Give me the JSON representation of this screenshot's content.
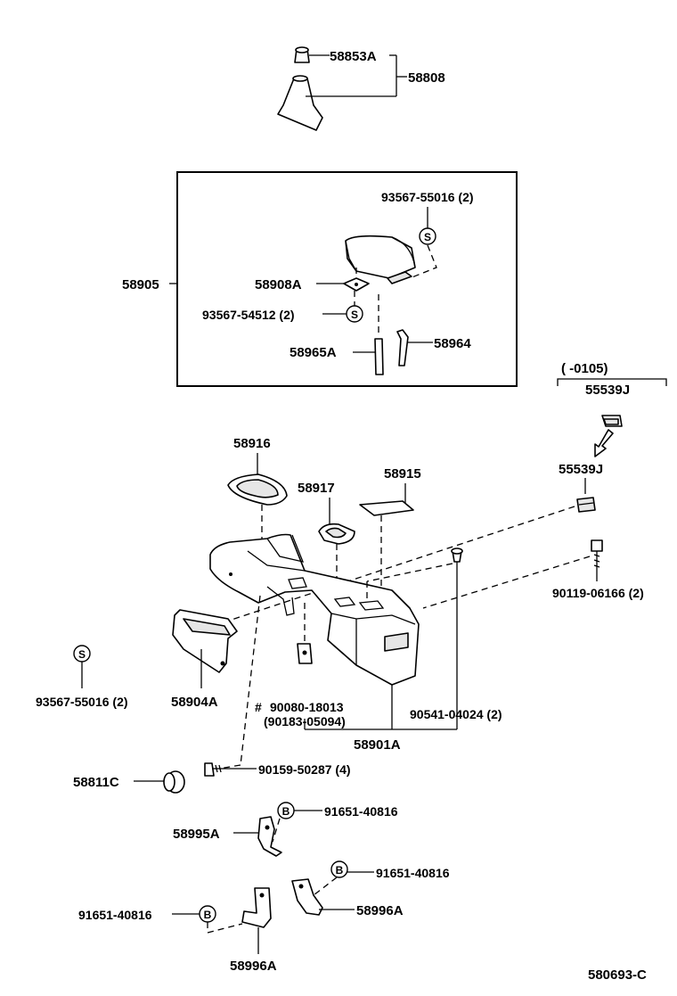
{
  "diagram_code": "580693-C",
  "markers": {
    "screw": "S",
    "bolt": "B",
    "hash": "#"
  },
  "labels": {
    "p58853A": "58853A",
    "p58808": "58808",
    "p58905": "58905",
    "p93567_55016_box": "93567-55016 (2)",
    "p58908A": "58908A",
    "p93567_54512": "93567-54512 (2)",
    "p58965A": "58965A",
    "p58964": "58964",
    "p0105": "(        -0105)",
    "p55539J_top": "55539J",
    "p55539J": "55539J",
    "p58916": "58916",
    "p58917": "58917",
    "p58915": "58915",
    "p90119": "90119-06166 (2)",
    "p93567_55016_low": "93567-55016 (2)",
    "p58904A": "58904A",
    "p90080": "90080-18013",
    "p90183": "(90183-05094)",
    "p90541": "90541-04024 (2)",
    "p58901A": "58901A",
    "p58811C": "58811C",
    "p90159": "90159-50287 (4)",
    "p91651_a": "91651-40816",
    "p58995A": "58995A",
    "p91651_b": "91651-40816",
    "p58996A_r": "58996A",
    "p91651_c": "91651-40816",
    "p58996A_b": "58996A"
  }
}
